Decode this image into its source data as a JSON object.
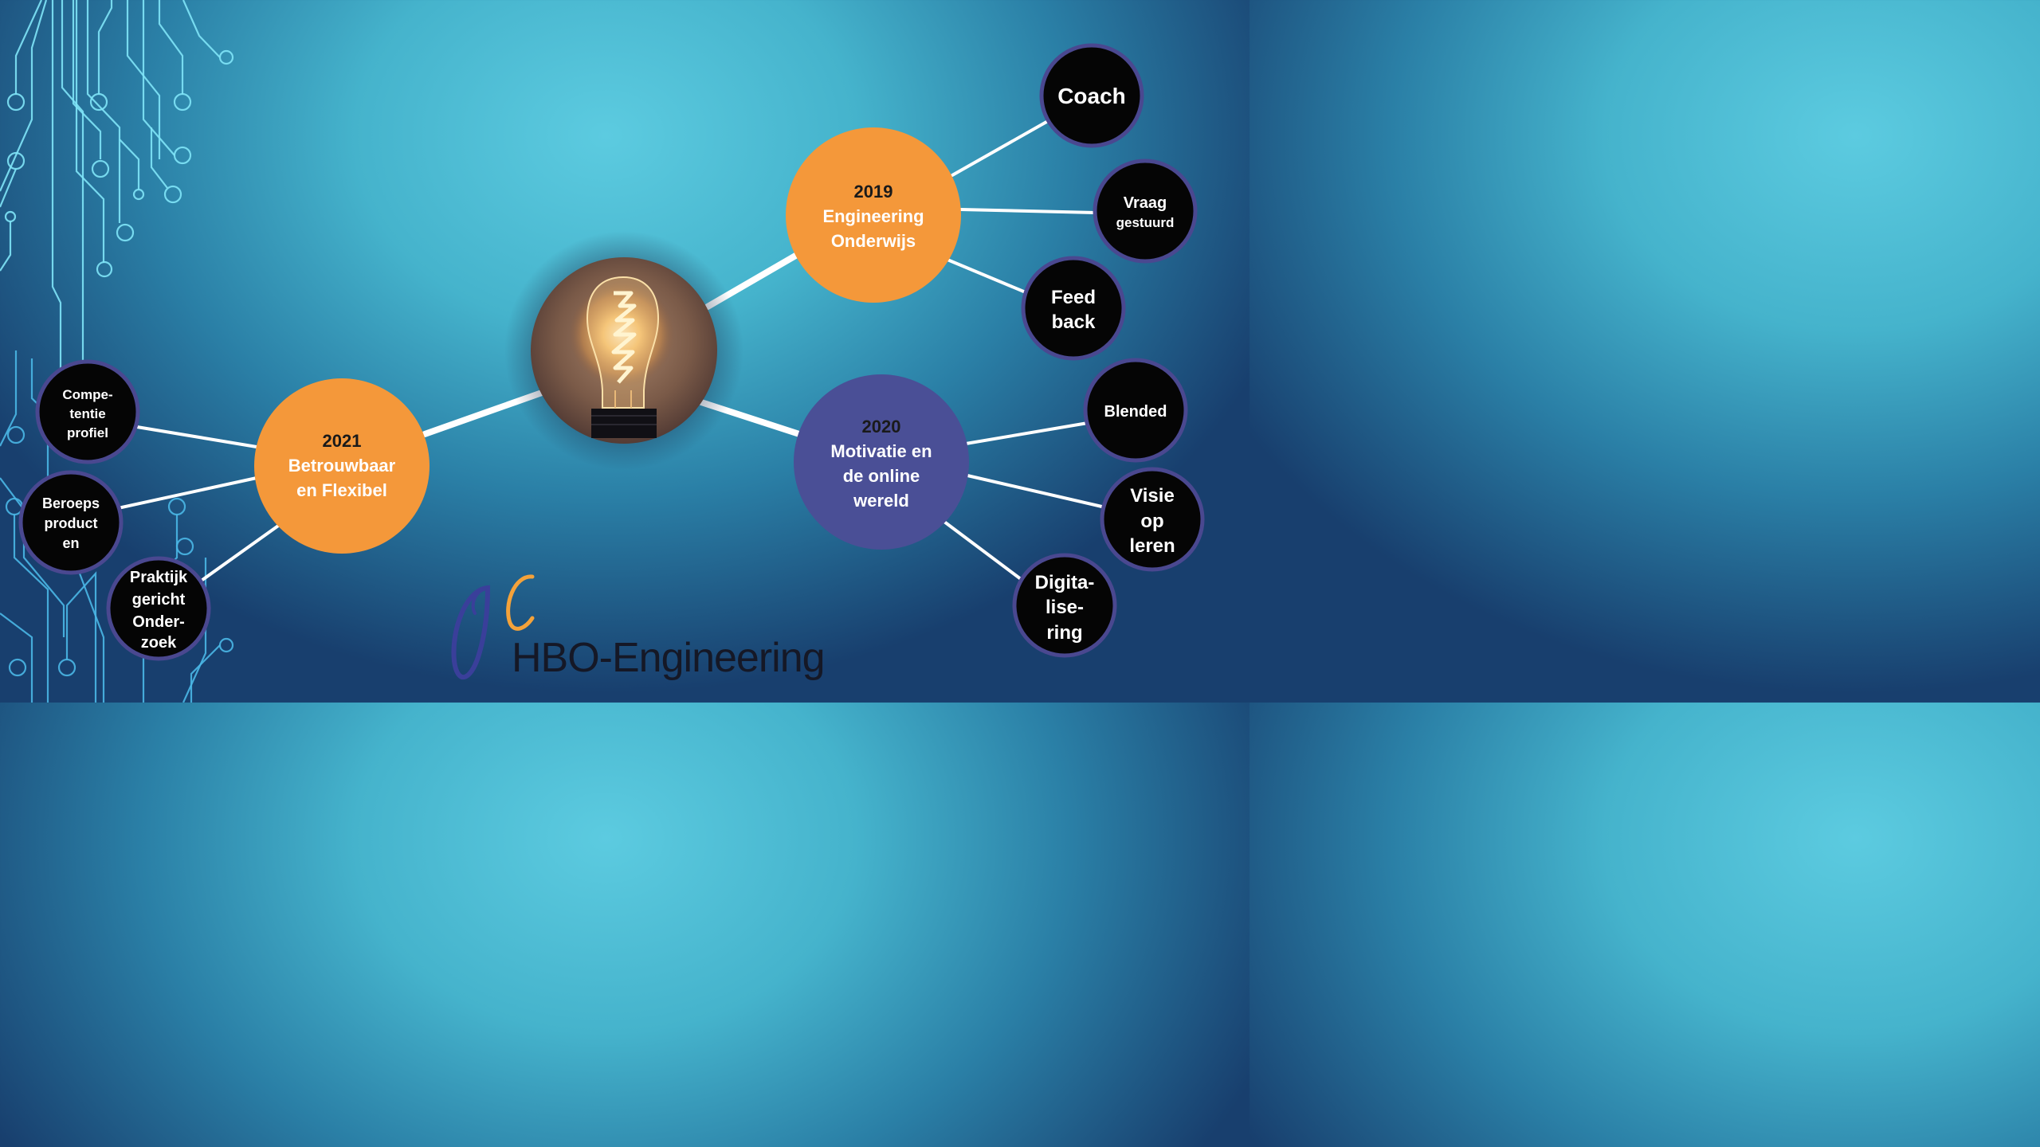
{
  "colors": {
    "orange": "#f4983a",
    "purple": "#4a4f96",
    "black": "#050505",
    "ring": "#4a4890",
    "line": "#ffffff",
    "circuit": "#7fe4f7"
  },
  "center": {
    "icon": "light-bulb-icon"
  },
  "hubs": {
    "y2019": {
      "year": "2019",
      "line1": "Engineering",
      "line2": "Onderwijs"
    },
    "y2020": {
      "year": "2020",
      "line1": "Motivatie en",
      "line2": "de online",
      "line3": "wereld"
    },
    "y2021": {
      "year": "2021",
      "line1": "Betrouwbaar",
      "line2": "en Flexibel"
    }
  },
  "leaves": {
    "coach": {
      "line1": "Coach"
    },
    "vraag": {
      "line1": "Vraag",
      "line2": "gestuurd"
    },
    "feedback": {
      "line1": "Feed",
      "line2": "back"
    },
    "blended": {
      "line1": "Blended"
    },
    "visie": {
      "line1": "Visie",
      "line2": "op",
      "line3": "leren"
    },
    "digitalisering": {
      "line1": "Digita-",
      "line2": "lise-",
      "line3": "ring"
    },
    "competentie": {
      "line1": "Compe-",
      "line2": "tentie",
      "line3": "profiel"
    },
    "beroeps": {
      "line1": "Beroeps",
      "line2": "product",
      "line3": "en"
    },
    "praktijk": {
      "line1": "Praktijk",
      "line2": "gericht",
      "line3": "Onder-",
      "line4": "zoek"
    }
  },
  "logo": {
    "wordmark": "HBO-Engineering",
    "icon": "hbo-engineering-logo-icon"
  }
}
